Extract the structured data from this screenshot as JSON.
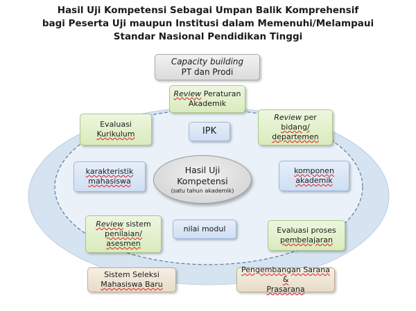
{
  "title": {
    "line1": "Hasil Uji Kompetensi Sebagai Umpan Balik Komprehensif",
    "line2": "bagi Peserta Uji maupun Institusi dalam Memenuhi/Melampaui",
    "line3": "Standar Nasional Pendidikan Tinggi"
  },
  "top_box": {
    "line1": "Capacity building",
    "line2": "PT dan Prodi"
  },
  "center": {
    "line1": "Hasil Uji",
    "line2": "Kompetensi",
    "note": "(satu tahun akademik)"
  },
  "nodes": {
    "review_peraturan": {
      "em": "Review",
      "rest": " Peraturan",
      "line2": "Akademik"
    },
    "evaluasi_kurikulum": {
      "line1": "Evaluasi",
      "line2": "Kurikulum"
    },
    "review_bidang": {
      "em": "Review",
      "rest": " per",
      "line2": "bidang/",
      "line3": "departemen"
    },
    "ipk": {
      "label": "IPK"
    },
    "karakteristik": {
      "line1": "karakteristik",
      "line2": "mahasiswa"
    },
    "komponen": {
      "line1": "komponen",
      "line2": "akademik"
    },
    "review_sistem": {
      "em": "Review",
      "rest": " sistem",
      "line2": "penilaian/",
      "line3": "asesmen"
    },
    "nilai_modul": {
      "label": "nilai modul"
    },
    "evaluasi_proses": {
      "line1": "Evaluasi proses",
      "line2": "pembelajaran"
    }
  },
  "bottom": {
    "seleksi": {
      "line1": "Sistem Seleksi",
      "line2": "Mahasiswa Baru"
    },
    "sarana": {
      "line1": "Pengembangan Sarana &",
      "line2": "Prasarana"
    }
  },
  "colors": {
    "outer_fill": "#d6e4f2",
    "inner_fill": "#eaf1f9",
    "green_box": "#d9ebbd",
    "blue_box": "#cfdff3",
    "gray_box": "#dcdcdc",
    "tan_box": "#e7dcc6"
  }
}
